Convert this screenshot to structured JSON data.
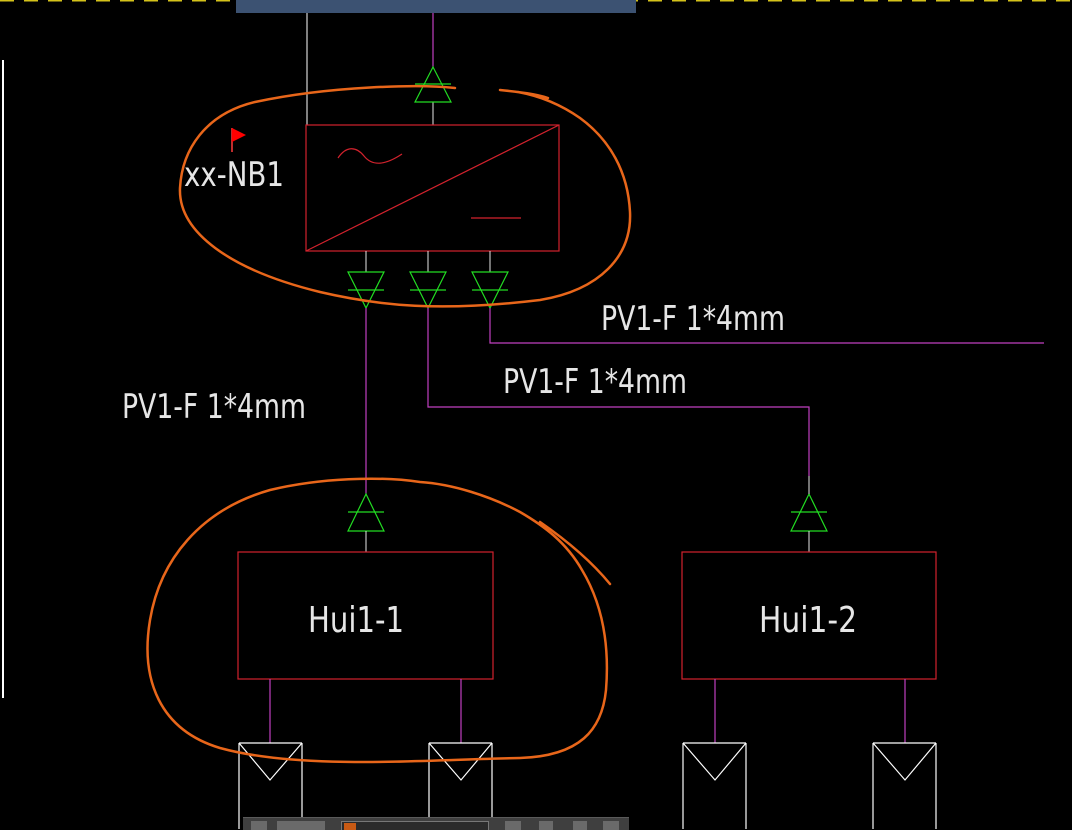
{
  "tooltip": {
    "text": ""
  },
  "inverter": {
    "name": "xx-NB1"
  },
  "combiners": [
    {
      "label": "Hui1-1"
    },
    {
      "label": "Hui1-2"
    }
  ],
  "cables": [
    {
      "label": "PV1-F 1*4mm"
    },
    {
      "label": "PV1-F 1*4mm"
    },
    {
      "label": "PV1-F 1*4mm"
    }
  ],
  "colors": {
    "background": "#000000",
    "box": "#d2222d",
    "cable": "#c040c0",
    "arrow": "#22dd22",
    "annotation": "#e8661a",
    "text": "#e6e6e6",
    "flag": "#ff0000"
  },
  "icons": {
    "flag": "red-flag-marker-icon",
    "ac": "tilde-wave-icon",
    "dc": "dc-line-icon"
  }
}
